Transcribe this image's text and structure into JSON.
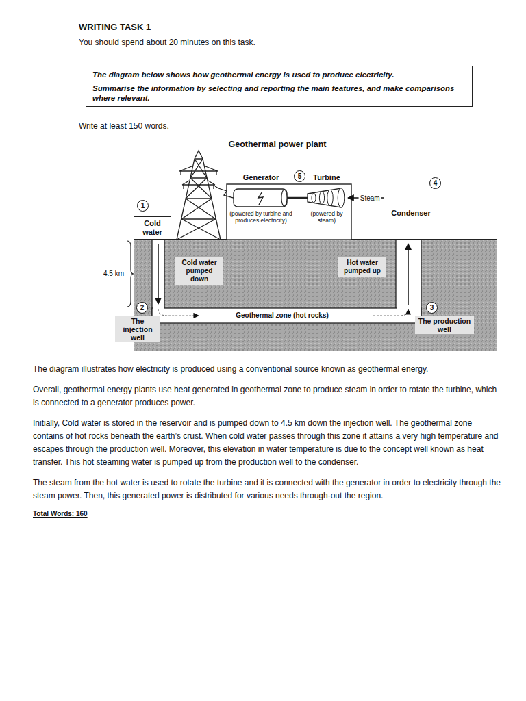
{
  "diagram": {
    "title": "Geothermal power plant",
    "nodes": [
      {
        "text": [
          "The diagram below shows how geothermal energy is used to produce electricity.",
          "Summarise the information by selecting and reporting the main features, and make comparisons where relevant."
        ]
      },
      {
        "text": [
          "1"
        ]
      },
      {
        "text": [
          "Cold water"
        ]
      },
      {
        "text": [
          "Generator",
          "(powered by turbine and produces electricity)"
        ]
      },
      {
        "text": [
          "5"
        ]
      },
      {
        "text": [
          "Turbine",
          "(powered by steam)"
        ]
      },
      {
        "text": [
          "4"
        ]
      },
      {
        "text": [
          "Condenser"
        ]
      },
      {
        "text": [
          "2"
        ]
      },
      {
        "text": [
          "3"
        ]
      }
    ],
    "edges": [
      {
        "from": 7,
        "to": 5,
        "label": "Steam",
        "arrow": "to"
      }
    ],
    "labels": [
      "WRITING TASK 1",
      "You should spend about 20 minutes on this task.",
      "Write at least 150 words.",
      "4.5 km",
      "Cold water pumped down",
      "Hot water pumped up",
      "The injection well",
      "Geothermal zone (hot rocks)",
      "The production well",
      "The diagram illustrates how electricity is produced using a conventional source known as geothermal energy.",
      "Overall, geothermal energy plants use heat generated in geothermal zone to produce steam in order to rotate the turbine, which is connected to a generator produces power.",
      "Initially, Cold water is stored in the reservoir and is pumped down to 4.5 km down the injection well. The geothermal zone contains of hot rocks beneath the earth’s crust. When cold water passes through this zone it attains a very high temperature and escapes through the production well. Moreover, this elevation in water temperature is due to the concept well known as heat transfer. This hot steaming water is pumped up from the production well to the condenser.",
      "The steam from the hot water is used to rotate the turbine and it is connected with the generator in order to electricity through the steam power. Then, this generated power is distributed for various needs through-out the region.",
      "Total Words: 160"
    ]
  }
}
